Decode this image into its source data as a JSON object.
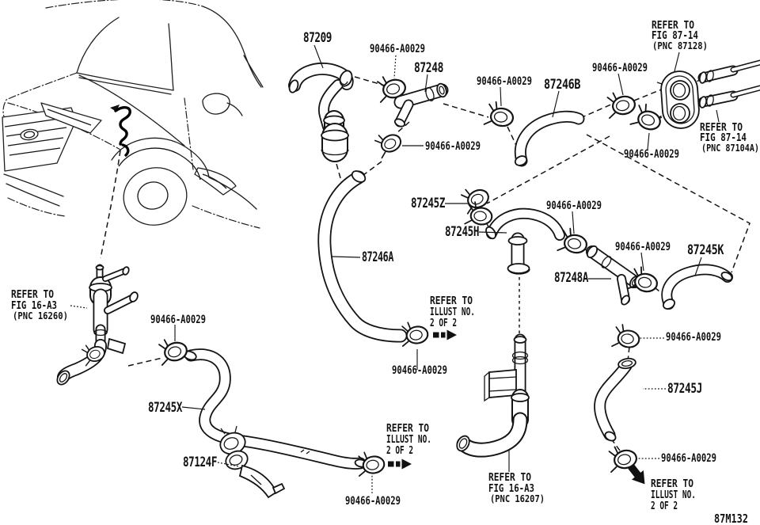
{
  "diagram": {
    "code": "87M132",
    "title": "Heater water hose parts diagram",
    "colors": {
      "line": "#141414",
      "background": "#ffffff"
    },
    "parts": {
      "p87209": "87209",
      "p87248": "87248",
      "p87246B": "87246B",
      "p87246A": "87246A",
      "p87245Z": "87245Z",
      "p87245H": "87245H",
      "p87245K": "87245K",
      "p87248A": "87248A",
      "p87245X": "87245X",
      "p87245J": "87245J",
      "p87124F": "87124F",
      "clamp": "90466-A0029"
    },
    "refs": {
      "refer_to": "REFER TO",
      "fig_87_14": "FIG 87-14",
      "fig_16_a3": "FIG 16-A3",
      "pnc_87128": "(PNC 87128)",
      "pnc_87104a": "(PNC 87104A)",
      "pnc_16260": "(PNC 16260)",
      "pnc_16207": "(PNC 16207)",
      "illust_no": "ILLUST NO.",
      "two_of_two": "2 OF 2"
    }
  }
}
